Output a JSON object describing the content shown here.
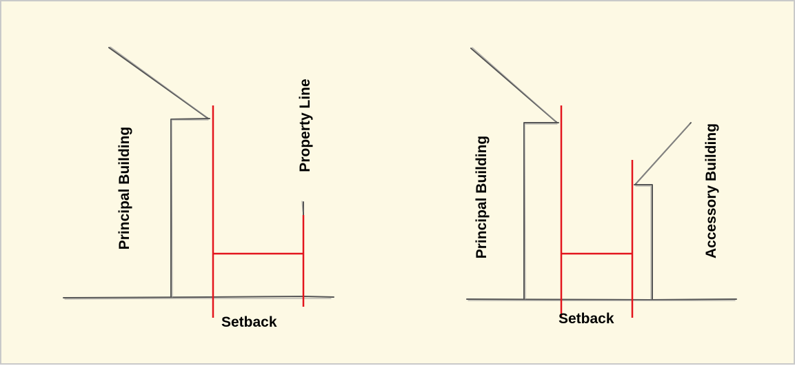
{
  "colors": {
    "background": "#fdf9e4",
    "frame_border": "#c9c9c9",
    "sketch_line": "#555555",
    "setback_line": "#e3151d",
    "label_text": "#000000"
  },
  "left_diagram": {
    "principal_label": "Principal Building",
    "property_line_label": "Property Line",
    "setback_label": "Setback"
  },
  "right_diagram": {
    "principal_label": "Principal Building",
    "accessory_label": "Accessory Building",
    "setback_label": "Setback"
  }
}
